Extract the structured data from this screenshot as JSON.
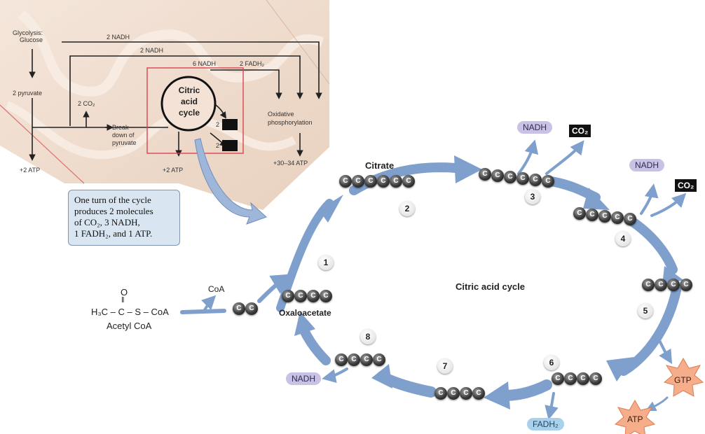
{
  "overview": {
    "glycolysis_line1": "Glycolysis:",
    "glycolysis_line2": "Glucose",
    "pyruvate": "2 pyruvate",
    "co2": "2 CO₂",
    "breakdown_1": "Break-",
    "breakdown_2": "down of",
    "breakdown_3": "pyruvate",
    "nadh_top": "2 NADH",
    "nadh_second": "2 NADH",
    "nadh_six": "6 NADH",
    "fadh_two": "2 FADH₂",
    "citric_1": "Citric",
    "citric_2": "acid",
    "citric_3": "cycle",
    "oxidative_1": "Oxidative",
    "oxidative_2": "phosphorylation",
    "atp_left": "+2 ATP",
    "atp_mid": "+2 ATP",
    "atp_right": "+30–34 ATP",
    "two_a": "2",
    "two_b": "2"
  },
  "note": {
    "line1": "One turn of the cycle",
    "line2": "produces 2 molecules",
    "line3": "of CO₂, 3 NADH,",
    "line4": "1 FADH₂, and 1 ATP."
  },
  "acetyl": {
    "o": "O",
    "double_bond": "‖",
    "formula": "H₃C – C – S – CoA",
    "name": "Acetyl CoA",
    "coa_released": "CoA"
  },
  "cycle": {
    "title": "Citric acid cycle",
    "citrate": "Citrate",
    "oxaloacetate": "Oxaloacetate",
    "carbon": "C",
    "steps": [
      "1",
      "2",
      "3",
      "4",
      "5",
      "6",
      "7",
      "8"
    ],
    "nadh_3": "NADH",
    "co2_3": "CO₂",
    "nadh_4": "NADH",
    "co2_4": "CO₂",
    "gtp": "GTP",
    "atp": "ATP",
    "fadh2": "FADH₂",
    "nadh_8": "NADH"
  },
  "colors": {
    "arrow_blue": "#7f9fcd",
    "membrane": "#e9d3c2",
    "highlight_red": "#d9434f",
    "nadh_purple": "#c9c2e4",
    "fadh_blue": "#a9d1ec",
    "star_orange": "#f6ad8a"
  }
}
